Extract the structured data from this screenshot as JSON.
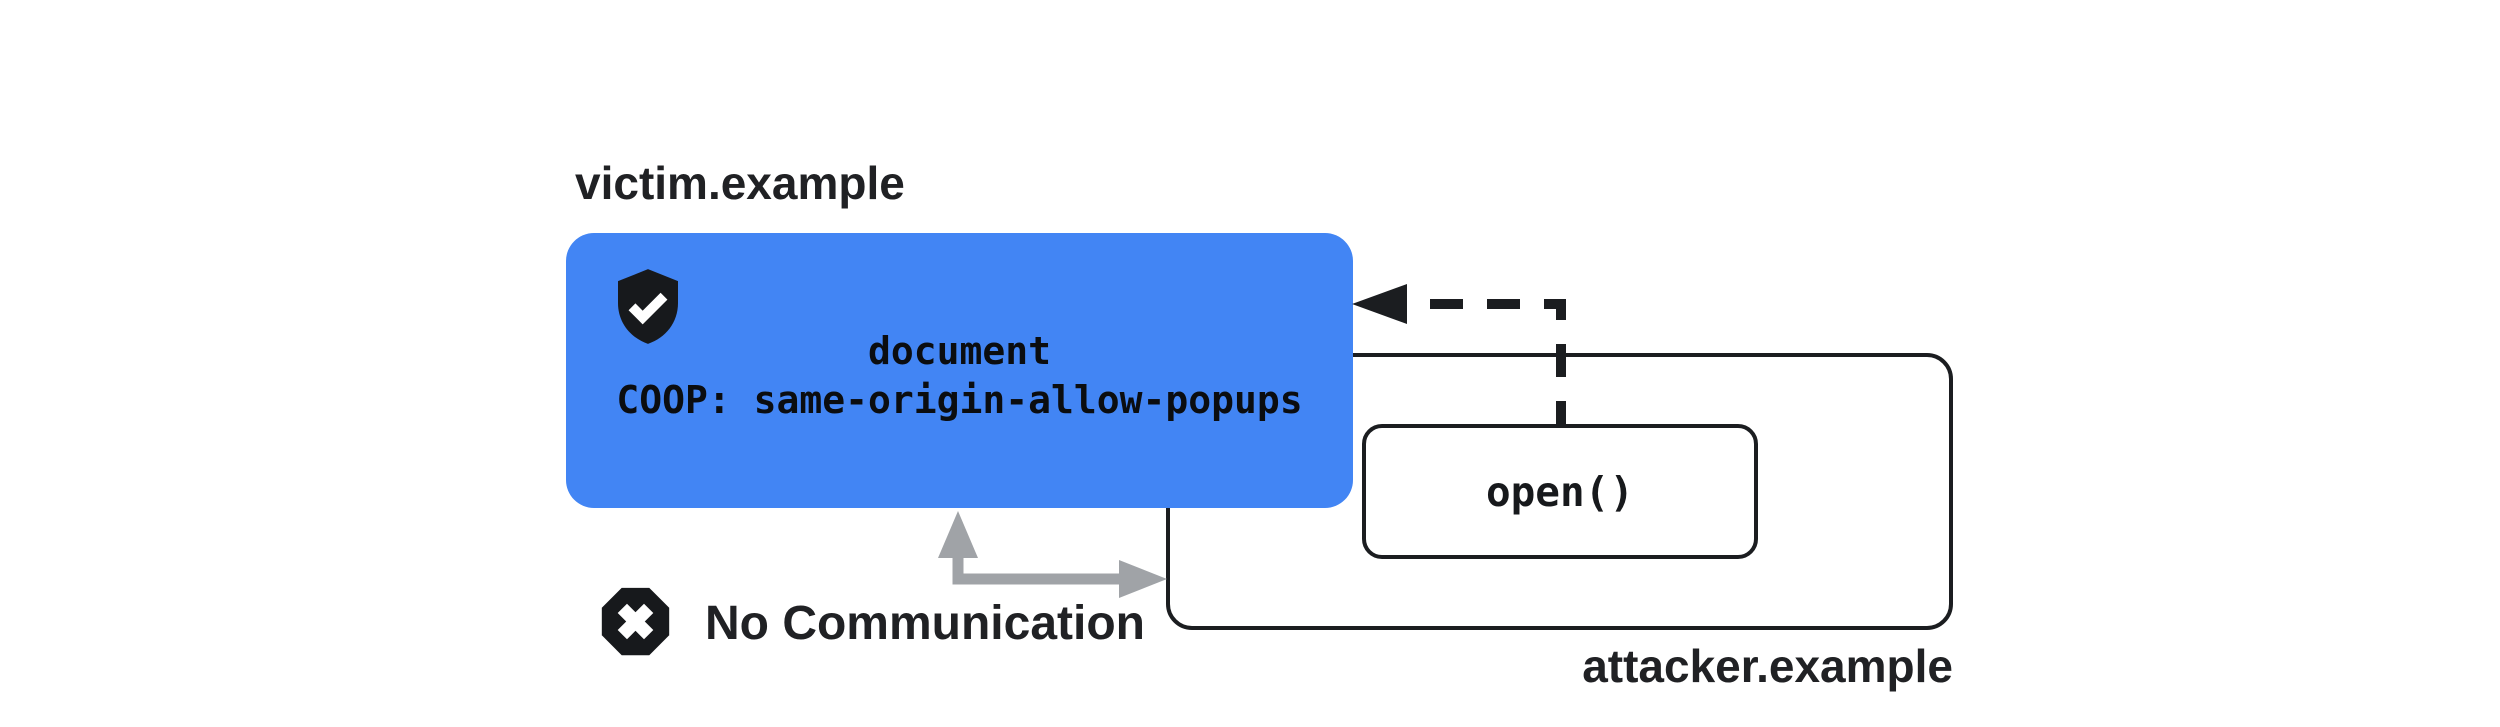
{
  "diagram": {
    "title_context": "COOP same-origin-allow-popups diagram",
    "victim": {
      "label": "victim.example",
      "document_line1": "document",
      "document_line2": "COOP: same-origin-allow-popups",
      "icon": "shield-check-icon",
      "fill_color": "#4285F4"
    },
    "attacker": {
      "label": "attacker.example",
      "open_call": "open()"
    },
    "no_communication": {
      "label": "No Communication",
      "icon": "blocked-x-icon"
    },
    "arrows": {
      "opener_reference": "dashed black arrow from open() popup to victim document",
      "blocked_channel": "gray elbow arrow between victim document and attacker window"
    },
    "colors": {
      "victim_fill": "#4285F4",
      "line_black": "#1b1d20",
      "arrow_gray": "#a0a3a7",
      "text_dark": "#202124",
      "background": "#ffffff"
    }
  }
}
